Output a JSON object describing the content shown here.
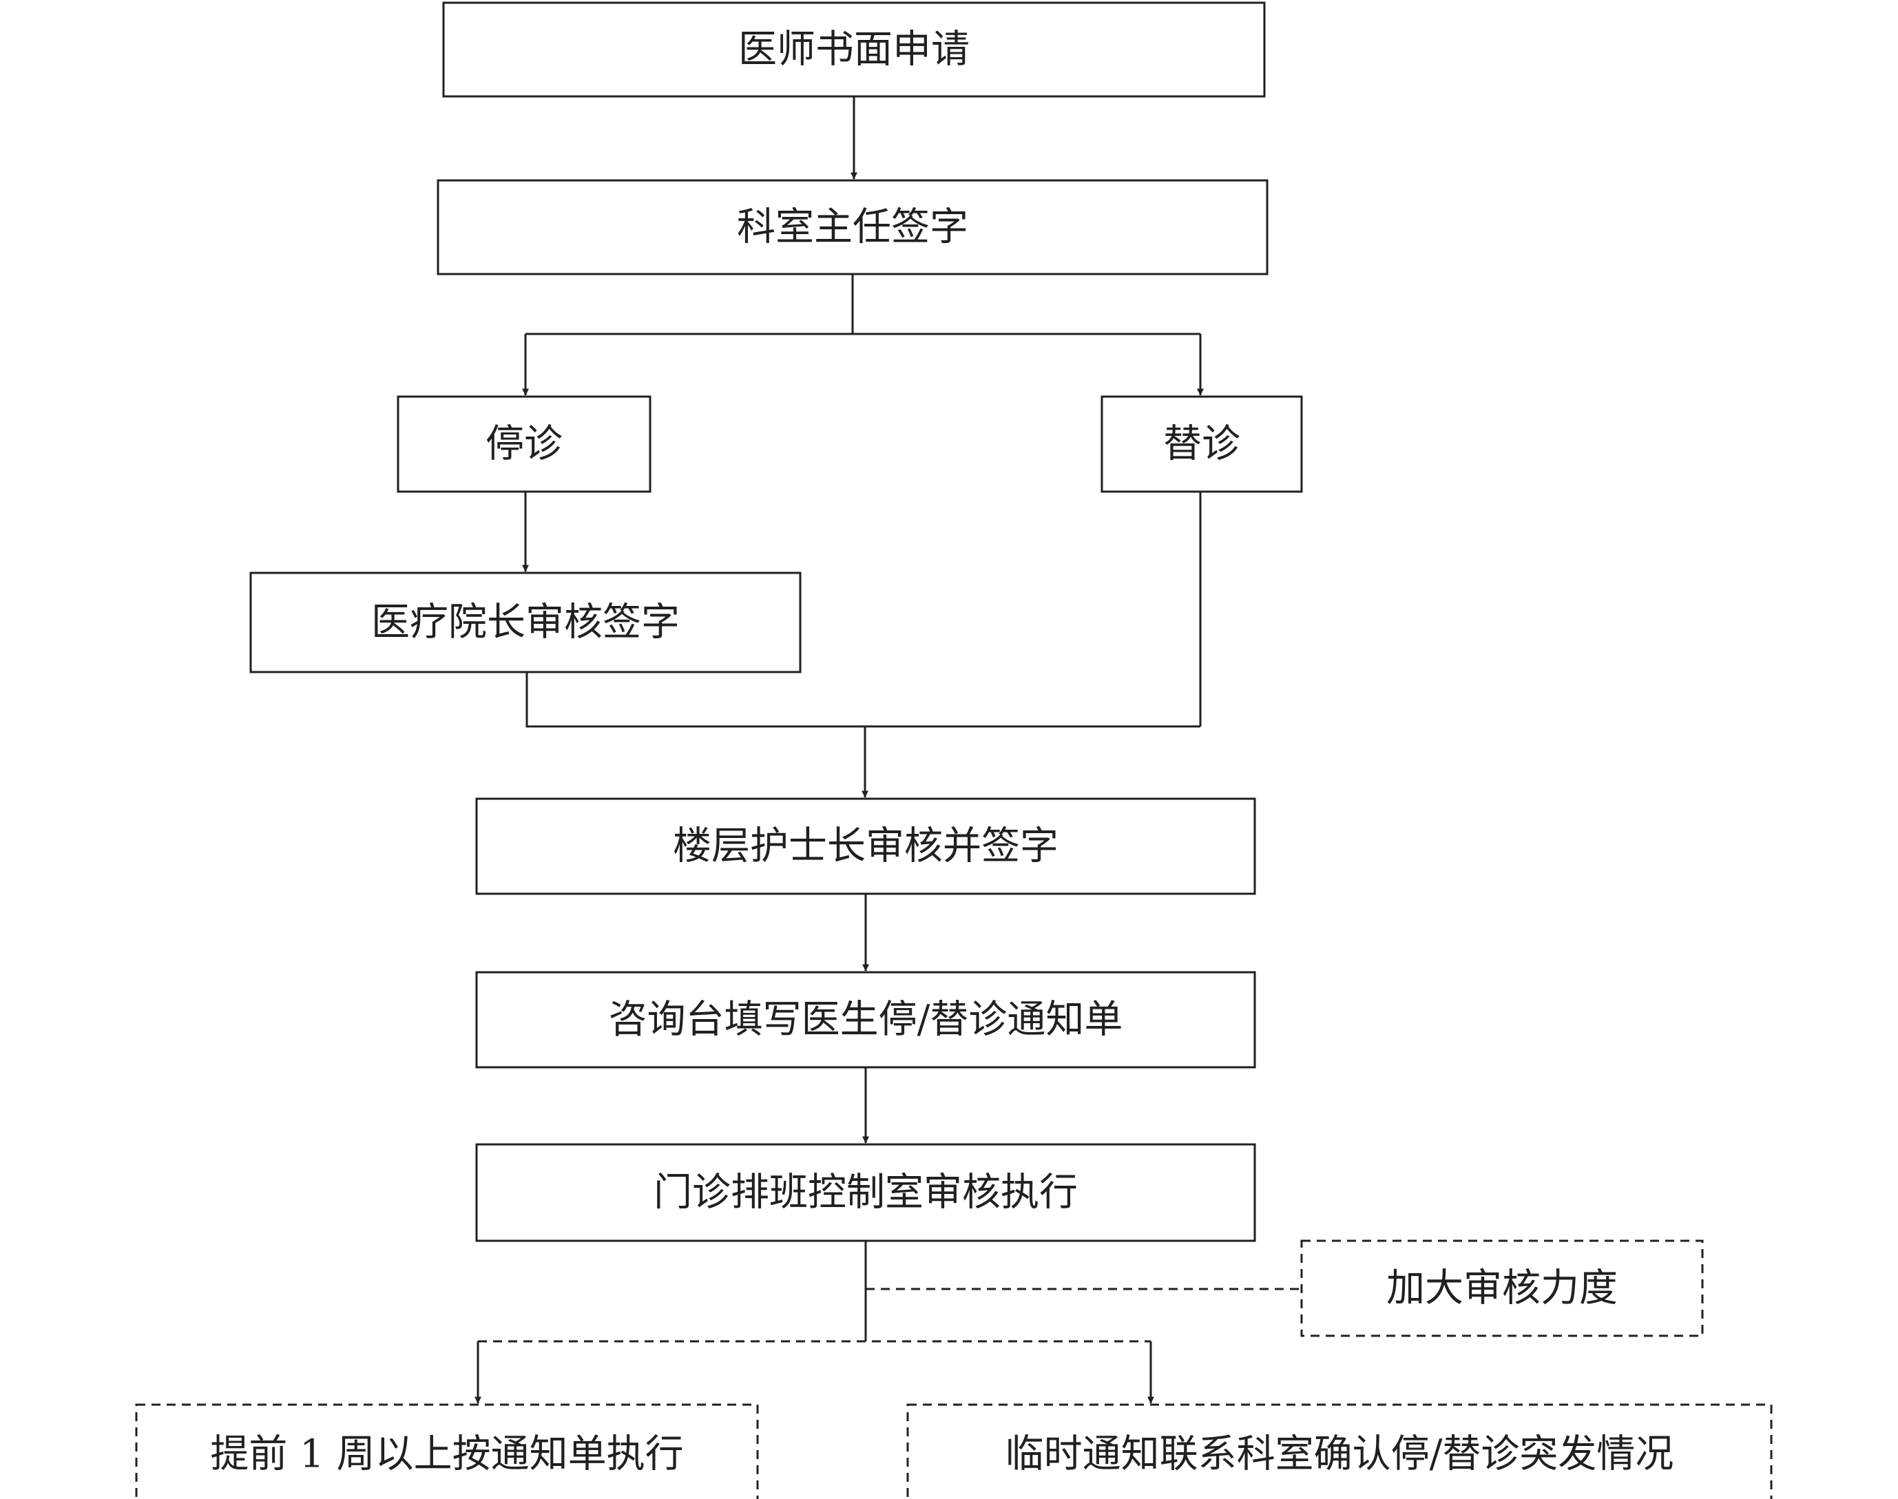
{
  "nodes": {
    "doctor_application": "医师书面申请",
    "director_signature": "科室主任签字",
    "suspend_clinic": "停诊",
    "substitute_clinic": "替诊",
    "medical_dean_review": "医疗院长审核签字",
    "head_nurse_review": "楼层护士长审核并签字",
    "consultation_desk_notice": "咨询台填写医生停/替诊通知单",
    "scheduling_room_execute": "门诊排班控制室审核执行",
    "strengthen_review": "加大审核力度",
    "one_week_ahead": "提前 1 周以上按通知单执行",
    "temporary_notice": "临时通知联系科室确认停/替诊突发情况"
  },
  "colors": {
    "line": "#231f20",
    "background": "#ffffff"
  }
}
